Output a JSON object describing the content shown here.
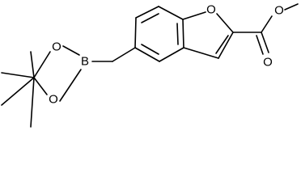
{
  "structure": {
    "atoms": {
      "O_furan": "O",
      "O_carbonyl": "O",
      "O_ester": "O",
      "B": "B",
      "O_boronate_upper": "O",
      "O_boronate_lower": "O"
    }
  }
}
